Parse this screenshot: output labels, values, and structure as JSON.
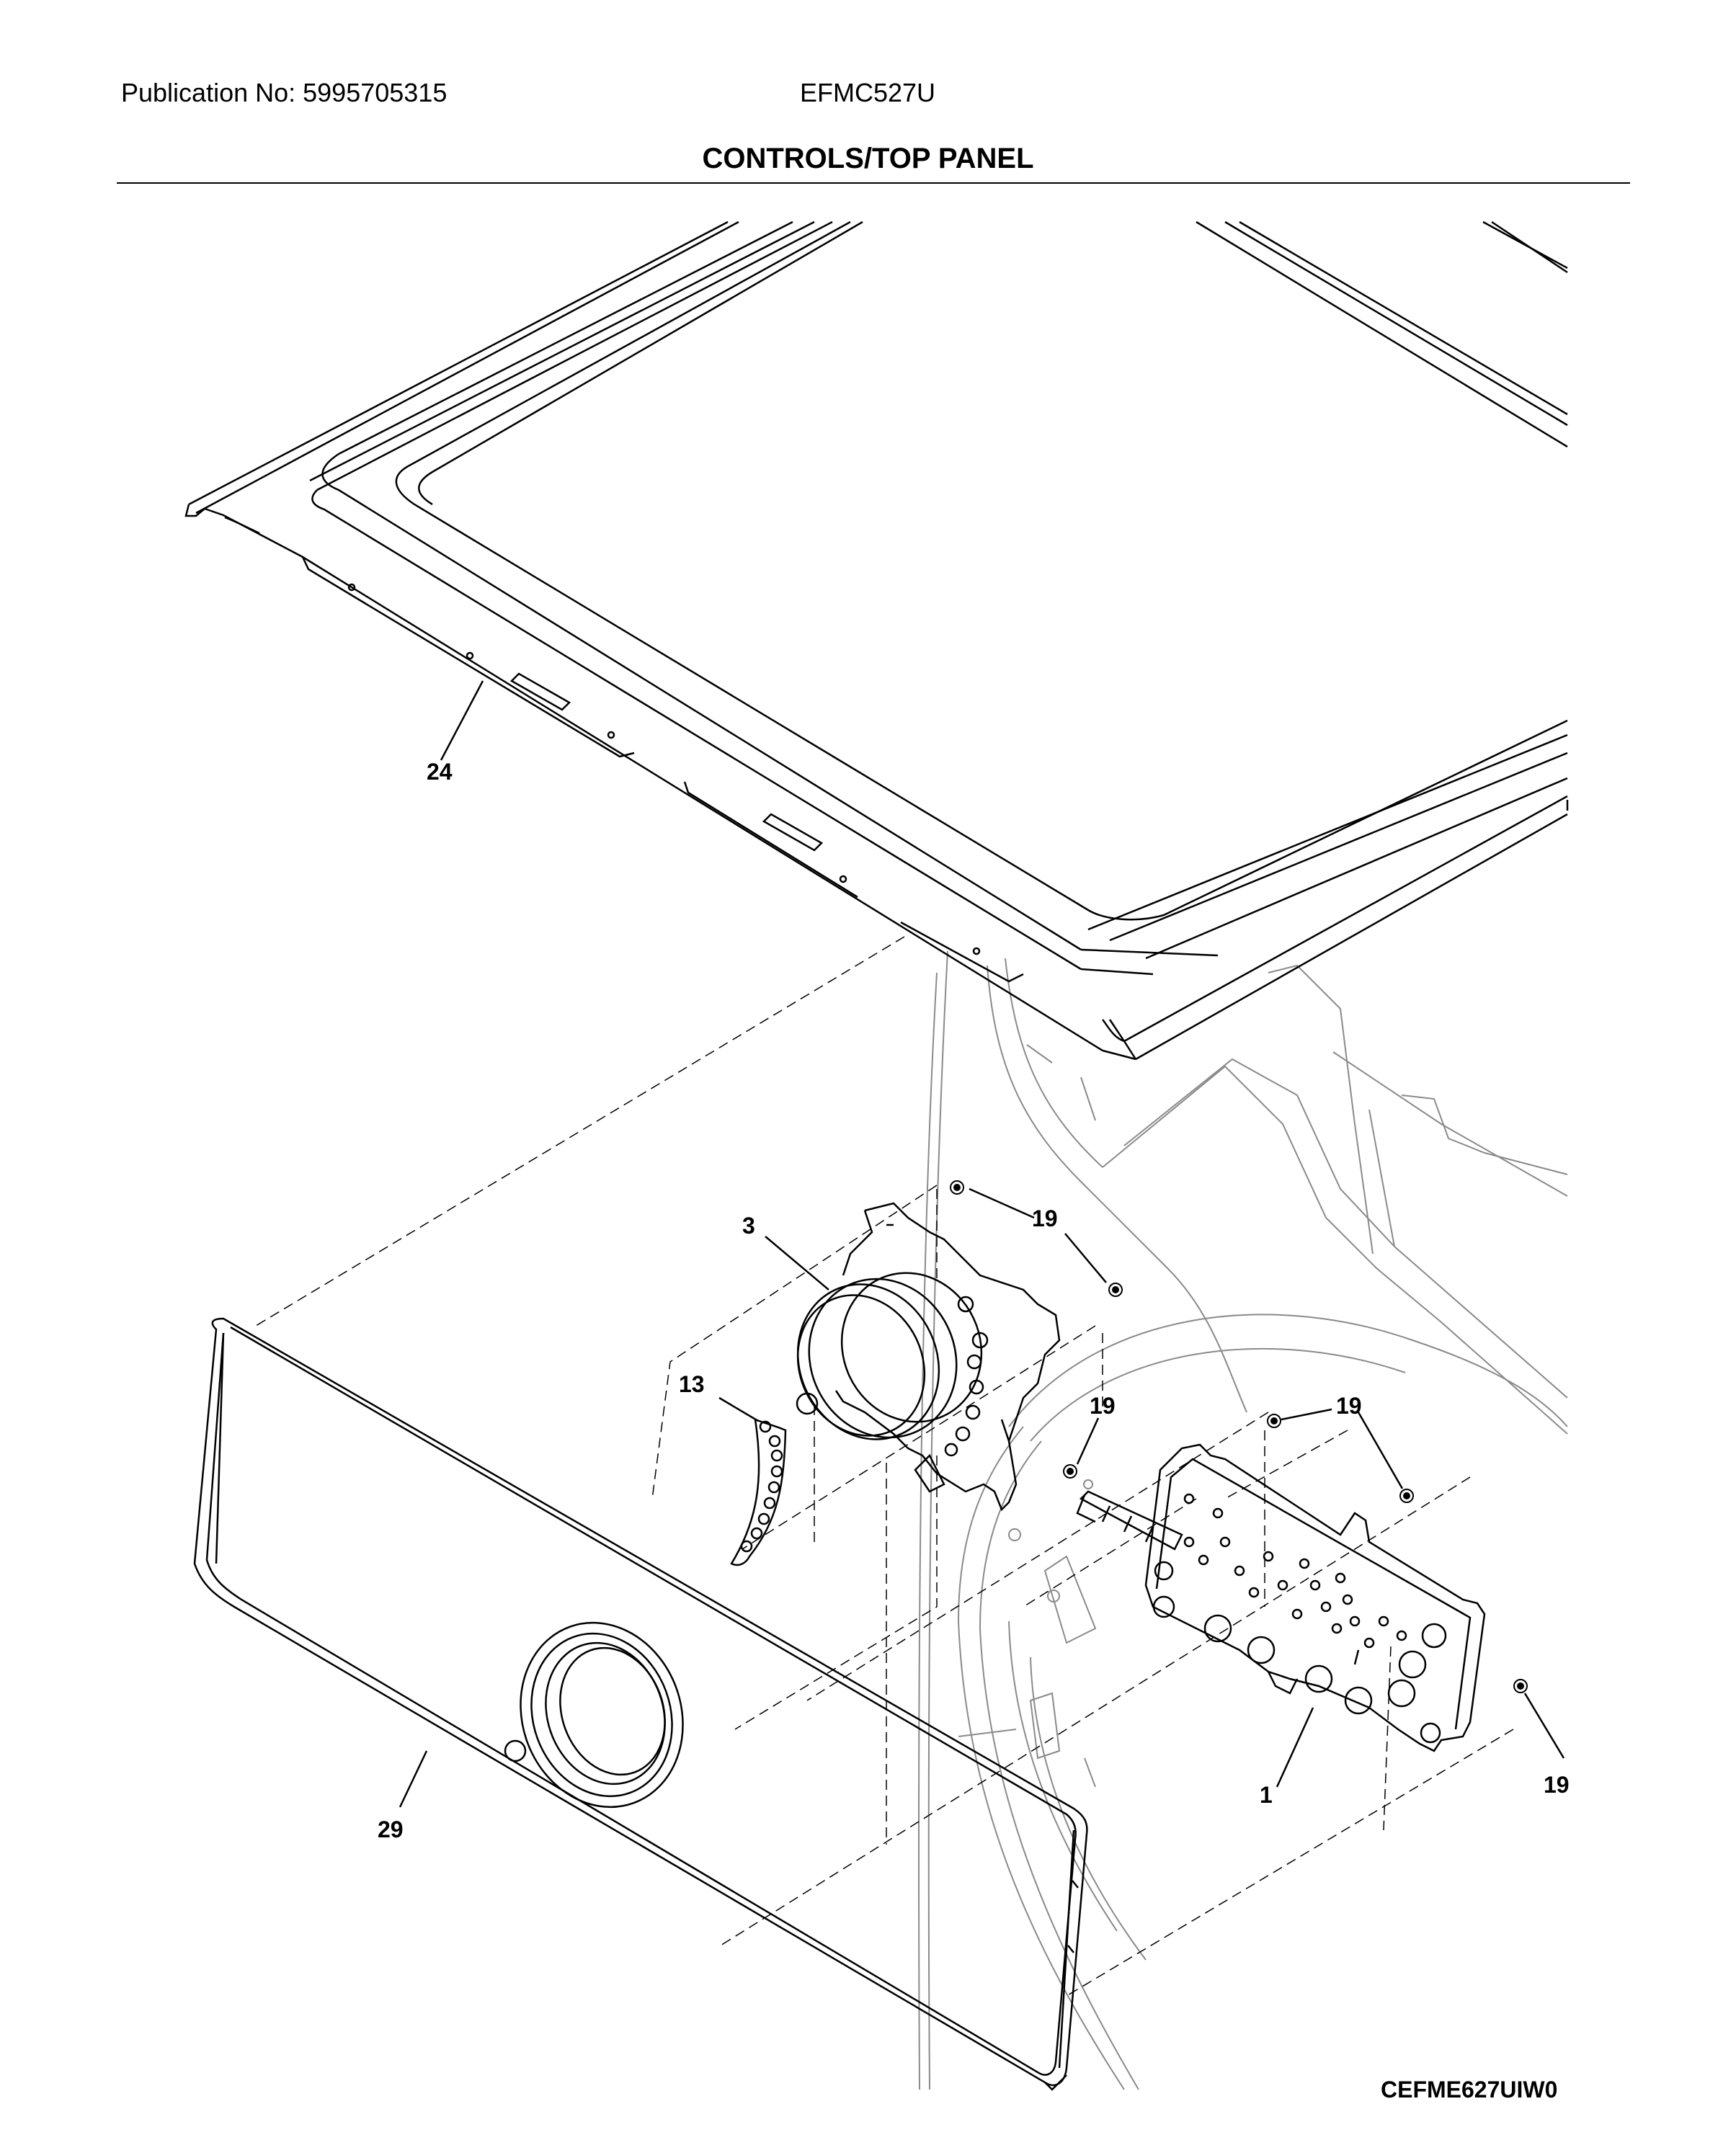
{
  "header": {
    "publication": "Publication No: 5995705315",
    "model": "EFMC527U",
    "section_title": "CONTROLS/TOP PANEL"
  },
  "callouts": {
    "c24": "24",
    "c3": "3",
    "c19a": "19",
    "c19b": "19",
    "c19c": "19",
    "c19d": "19",
    "c13": "13",
    "c29": "29",
    "c1": "1"
  },
  "footer": {
    "diagram_code": "CEFME627UIW0"
  },
  "colors": {
    "line": "#000000",
    "faint_line": "#8a8a8a",
    "background": "#ffffff"
  }
}
